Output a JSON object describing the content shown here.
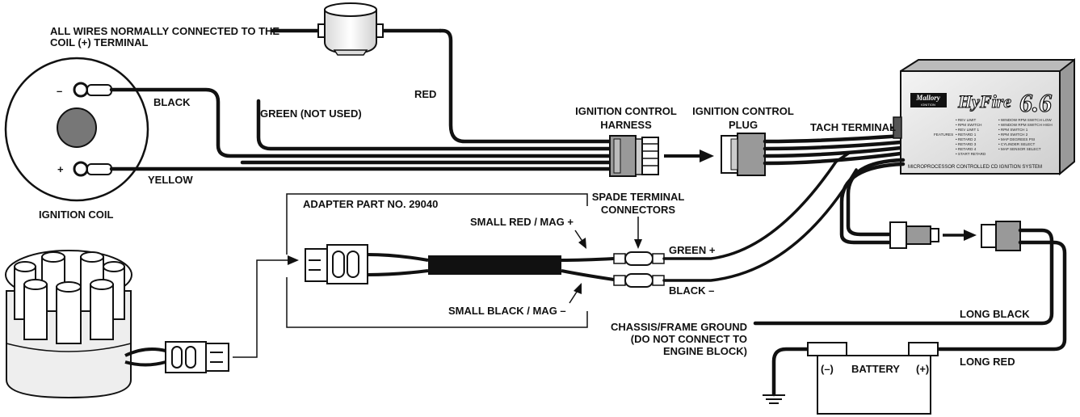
{
  "labels": {
    "coil_positive_note_1": "ALL WIRES NORMALLY CONNECTED TO THE",
    "coil_positive_note_2": "COIL (+) TERMINAL",
    "black": "BLACK",
    "yellow": "YELLOW",
    "green_not_used": "GREEN (NOT USED)",
    "red": "RED",
    "ignition_coil": "IGNITION COIL",
    "harness_1": "IGNITION CONTROL",
    "harness_2": "HARNESS",
    "plug_1": "IGNITION CONTROL",
    "plug_2": "PLUG",
    "tach_terminal": "TACH TERMINAL",
    "adapter_part": "ADAPTER PART NO. 29040",
    "spade_1": "SPADE TERMINAL",
    "spade_2": "CONNECTORS",
    "small_red_mag": "SMALL RED / MAG +",
    "small_black_mag": "SMALL BLACK / MAG –",
    "green_plus": "GREEN +",
    "black_minus": "BLACK –",
    "chassis_1": "CHASSIS/FRAME GROUND",
    "chassis_2": "(DO NOT CONNECT TO",
    "chassis_3": "ENGINE BLOCK)",
    "long_black": "LONG BLACK",
    "long_red": "LONG RED",
    "battery": "BATTERY",
    "battery_neg": "(–)",
    "battery_pos": "(+)",
    "coil_minus": "–",
    "coil_plus": "+"
  },
  "module": {
    "brand": "Mallory",
    "brand_sub": "IGNITION",
    "model": "HyFire",
    "model_number": "6.6",
    "subtitle": "MICROPROCESSOR CONTROLLED CD IGNITION SYSTEM",
    "features_label": "FEATURES",
    "features_left": [
      "• REV LIMIT",
      "• RPM SWITCH",
      "• REV LIMIT 1",
      "• RETARD 1",
      "• RETARD 2",
      "• RETARD 3",
      "• RETARD 4",
      "• START RETARD"
    ],
    "features_right": [
      "• WINDOW RPM SWITCH LOW",
      "• WINDOW RPM SWITCH HIGH",
      "• RPM SWITCH 1",
      "• RPM SWITCH 2",
      "• MAP DEGREES PSI",
      "• CYLINDER SELECT",
      "• MAP SENSOR SELECT"
    ]
  }
}
